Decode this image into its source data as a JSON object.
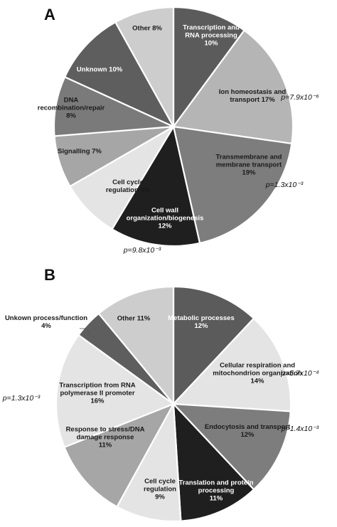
{
  "chart_data": [
    {
      "type": "pie",
      "panel": "A",
      "slices": [
        {
          "label_lines": [
            "Transcription and",
            "RNA processing",
            "10%"
          ],
          "value": 10,
          "color": "#5b5b5b",
          "text_color": "#ffffff"
        },
        {
          "label_lines": [
            "Ion homeostasis and",
            "transport 17%"
          ],
          "value": 17,
          "color": "#b5b5b5",
          "text_color": "#1a1a1a",
          "pvalue": "p=7.9x10⁻⁶"
        },
        {
          "label_lines": [
            "Transmembrane and",
            "membrane transport",
            "19%"
          ],
          "value": 19,
          "color": "#7d7d7d",
          "text_color": "#1a1a1a",
          "pvalue": "p=1.3x10⁻³"
        },
        {
          "label_lines": [
            "Cell wall",
            "organization/biogenesis",
            "12%"
          ],
          "value": 12,
          "color": "#1f1f1f",
          "text_color": "#ffffff",
          "pvalue": "p=9.8x10⁻³"
        },
        {
          "label_lines": [
            "Cell cycle",
            "regulation 8%"
          ],
          "value": 8,
          "color": "#e4e4e4",
          "text_color": "#1a1a1a"
        },
        {
          "label_lines": [
            "Signalling 7%"
          ],
          "value": 7,
          "color": "#a6a6a6",
          "text_color": "#1a1a1a"
        },
        {
          "label_lines": [
            "DNA",
            "recombination/repair",
            "8%"
          ],
          "value": 8,
          "color": "#7a7a7a",
          "text_color": "#1a1a1a"
        },
        {
          "label_lines": [
            "Unknown 10%"
          ],
          "value": 10,
          "color": "#5e5e5e",
          "text_color": "#ffffff"
        },
        {
          "label_lines": [
            "Other 8%"
          ],
          "value": 8,
          "color": "#cdcdcd",
          "text_color": "#1a1a1a"
        }
      ]
    },
    {
      "type": "pie",
      "panel": "B",
      "slices": [
        {
          "label_lines": [
            "Metabolic processes",
            "12%"
          ],
          "value": 12,
          "color": "#5b5b5b",
          "text_color": "#ffffff"
        },
        {
          "label_lines": [
            "Cellular respiration and",
            "mitochondrion organization",
            "14%"
          ],
          "value": 14,
          "color": "#e4e4e4",
          "text_color": "#1a1a1a",
          "pvalue": "p=5.7x10⁻⁴"
        },
        {
          "label_lines": [
            "Endocytosis and transport",
            "12%"
          ],
          "value": 12,
          "color": "#7d7d7d",
          "text_color": "#1a1a1a",
          "pvalue": "p=1.4x10⁻³"
        },
        {
          "label_lines": [
            "Translation and protein",
            "processing",
            "11%"
          ],
          "value": 11,
          "color": "#1f1f1f",
          "text_color": "#ffffff"
        },
        {
          "label_lines": [
            "Cell cycle",
            "regulation",
            "9%"
          ],
          "value": 9,
          "color": "#e4e4e4",
          "text_color": "#1a1a1a"
        },
        {
          "label_lines": [
            "Response to stress/DNA",
            "damage response",
            "11%"
          ],
          "value": 11,
          "color": "#a6a6a6",
          "text_color": "#1a1a1a"
        },
        {
          "label_lines": [
            "Transcription from RNA",
            "polymerase II promoter",
            "16%"
          ],
          "value": 16,
          "color": "#e4e4e4",
          "text_color": "#1a1a1a",
          "pvalue": "p=1.3x10⁻³"
        },
        {
          "label_lines": [
            "Unkown process/function",
            "4%"
          ],
          "value": 4,
          "color": "#5e5e5e",
          "text_color": "#1a1a1a"
        },
        {
          "label_lines": [
            "Other 11%"
          ],
          "value": 11,
          "color": "#cdcdcd",
          "text_color": "#1a1a1a"
        }
      ]
    }
  ]
}
